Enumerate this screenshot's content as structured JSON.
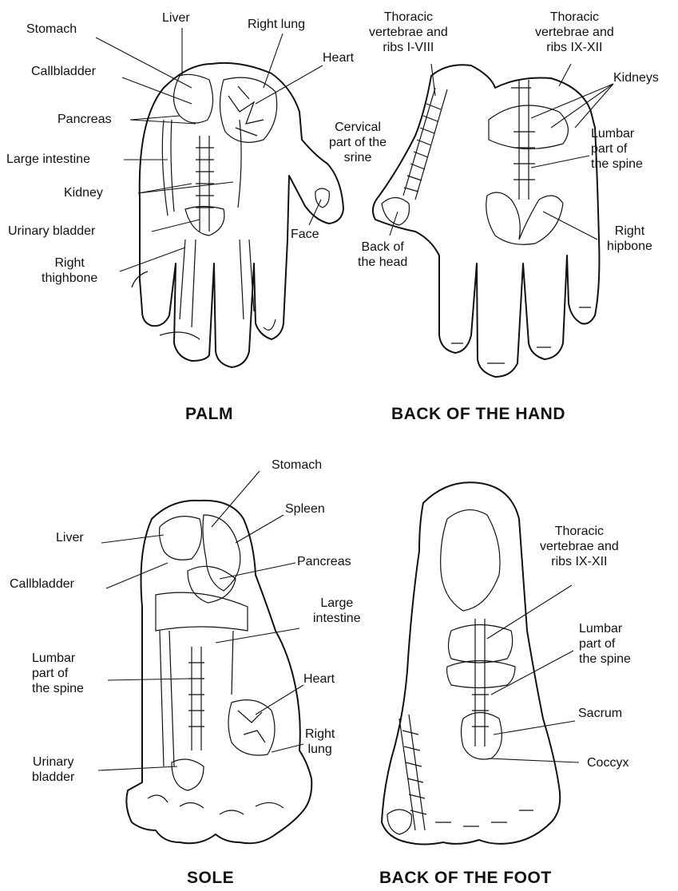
{
  "diagram": {
    "palm": {
      "title": "PALM",
      "labels": {
        "stomach": "Stomach",
        "liver": "Liver",
        "right_lung": "Right lung",
        "heart": "Heart",
        "callbladder": "Callbladder",
        "pancreas": "Pancreas",
        "large_intestine": "Large intestine",
        "kidney": "Kidney",
        "urinary_bladder": "Urinary bladder",
        "right_thighbone": [
          "Right",
          "thighbone"
        ],
        "face": "Face"
      }
    },
    "back_of_hand": {
      "title": "BACK OF THE HAND",
      "labels": {
        "thoracic_1_8": [
          "Thoracic",
          "vertebrae and",
          "ribs I-VIII"
        ],
        "thoracic_9_12": [
          "Thoracic",
          "vertebrae and",
          "ribs IX-XII"
        ],
        "kidneys": "Kidneys",
        "cervical": [
          "Cervical",
          "part of the",
          "srine"
        ],
        "lumbar": [
          "Lumbar",
          "part of",
          "the spine"
        ],
        "right_hipbone": [
          "Right",
          "hipbone"
        ],
        "back_of_head": [
          "Back of",
          "the head"
        ]
      }
    },
    "sole": {
      "title": "SOLE",
      "labels": {
        "stomach": "Stomach",
        "spleen": "Spleen",
        "liver": "Liver",
        "pancreas": "Pancreas",
        "callbladder": "Callbladder",
        "large_intestine": [
          "Large",
          "intestine"
        ],
        "lumbar": [
          "Lumbar",
          "part of",
          "the spine"
        ],
        "heart": "Heart",
        "right_lung": [
          "Right",
          "lung"
        ],
        "urinary_bladder": [
          "Urinary",
          "bladder"
        ]
      }
    },
    "back_of_foot": {
      "title": "BACK OF THE FOOT",
      "labels": {
        "thoracic_9_12": [
          "Thoracic",
          "vertebrae and",
          "ribs IX-XII"
        ],
        "lumbar": [
          "Lumbar",
          "part of",
          "the spine"
        ],
        "sacrum": "Sacrum",
        "coccyx": "Coccyx"
      }
    }
  }
}
